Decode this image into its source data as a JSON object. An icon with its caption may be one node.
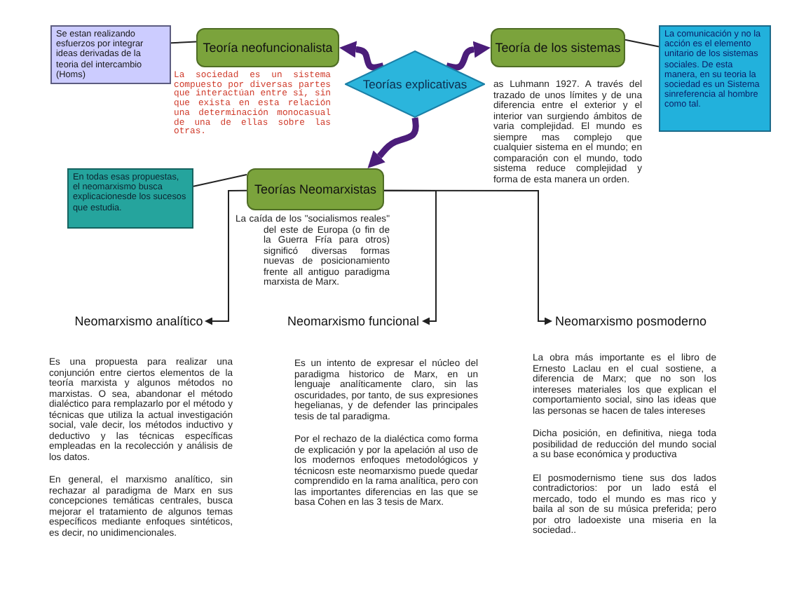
{
  "diagram": {
    "nodes": [
      {
        "text": [
          "Se estan realizando esfuerzos por integrar ideas derivadas de la teoria del intercambio (Homs)"
        ]
      },
      {
        "text": [
          "Teoría neofuncionalista"
        ],
        "beside": [
          "La sociedad es un sistema compuesto por diversas partes que interactúan entre sí, sin que exista en esta relación una determinación monocasual de una de ellas sobre las otras."
        ]
      },
      {
        "text": [
          "Teorías explicativas"
        ]
      },
      {
        "text": [
          "Teoría de los sistemas"
        ],
        "beside": [
          "as Luhmann 1927. A través del trazado de unos límites y de una diferencia entre el exterior y el interior van surgiendo ámbitos de varia complejidad. El mundo es siempre mas complejo que cualquier sistema en el mundo; en comparación con el mundo, todo sistema reduce complejidad y forma de esta manera un orden."
        ]
      },
      {
        "text": [
          "La comunicación y no la acción es el elemento unitario de los sistemas sociales. De esta manera, en su teoria la sociedad es un Sistema sinreferencia al hombre como tal."
        ]
      },
      {
        "text": [
          "En todas esas propuestas, el neomarxismo busca explicacionesde los sucesos que estudia."
        ]
      },
      {
        "text": [
          "Teorías Neomarxistas"
        ],
        "beside": [
          "La caída de los \"socialismos reales\" del este de Europa (o fin de la Guerra Fría para otros) significó diversas formas nuevas de posicionamiento frente all antiguo paradigma marxista de Marx."
        ]
      },
      {
        "text": [
          "Neomarxismo analítico"
        ],
        "beside": [
          "Es una propuesta para realizar una conjunción entre ciertos elementos de la teoría marxista y algunos métodos no marxistas. O sea, abandonar el método dialéctico para remplazarlo por el método y técnicas que utiliza la actual investigación social, vale decir, los métodos inductivo y deductivo y las técnicas específicas empleadas en la recolección y análisis de los datos.",
          "En general, el marxismo analítico, sin rechazar al paradigma de Marx en sus concepciones temáticas centrales, busca mejorar el tratamiento de algunos temas específicos mediante enfoques sintéticos, es decir, no unidimencionales."
        ]
      },
      {
        "text": [
          "Neomarxismo funcional"
        ],
        "beside": [
          "Es un intento de expresar el núcleo del paradigma historico de Marx, en un lenguaje analíticamente claro, sin las oscuridades, por tanto, de sus expresiones hegelianas, y de defender las principales tesis de tal paradigma.",
          "Por el rechazo de la dialéctica como forma de explicación y por la apelación al uso de los modernos enfoques metodológicos y técnicosn este neomarxismo puede quedar comprendido en la rama analítica, pero con las importantes diferencias en las que se basa Cohen en las 3 tesis de Marx."
        ]
      },
      {
        "text": [
          "Neomarxismo posmoderno"
        ],
        "beside": [
          "La obra más importante es el libro de Ernesto Laclau en el cual sostiene, a diferencia de Marx; que no son los intereses materiales los que explican el comportamiento social, sino las ideas que las personas se hacen de tales intereses",
          "Dicha posición, en definitiva, niega toda posibilidad de reducción del mundo social a su base económica y productiva",
          "El posmodernismo tiene sus dos lados contradictorios: por un lado está el mercado, todo el mundo es mas rico y baila al son de su música preferida; pero por otro ladoexiste una miseria en la sociedad.."
        ]
      }
    ],
    "edges": [
      {
        "from": 0,
        "to": 1,
        "arrow": "none"
      },
      {
        "from": 2,
        "to": 1,
        "arrow": "to",
        "style": "thick",
        "color": "#4b1d7a"
      },
      {
        "from": 2,
        "to": 3,
        "arrow": "to",
        "style": "thick",
        "color": "#4b1d7a"
      },
      {
        "from": 4,
        "to": 3,
        "arrow": "none"
      },
      {
        "from": 2,
        "to": 6,
        "arrow": "to",
        "style": "thick",
        "color": "#4b1d7a"
      },
      {
        "from": 5,
        "to": 6,
        "arrow": "none"
      },
      {
        "from": 6,
        "to": 7,
        "arrow": "to"
      },
      {
        "from": 6,
        "to": 8,
        "arrow": "to"
      },
      {
        "from": 6,
        "to": 9,
        "arrow": "to"
      }
    ]
  }
}
